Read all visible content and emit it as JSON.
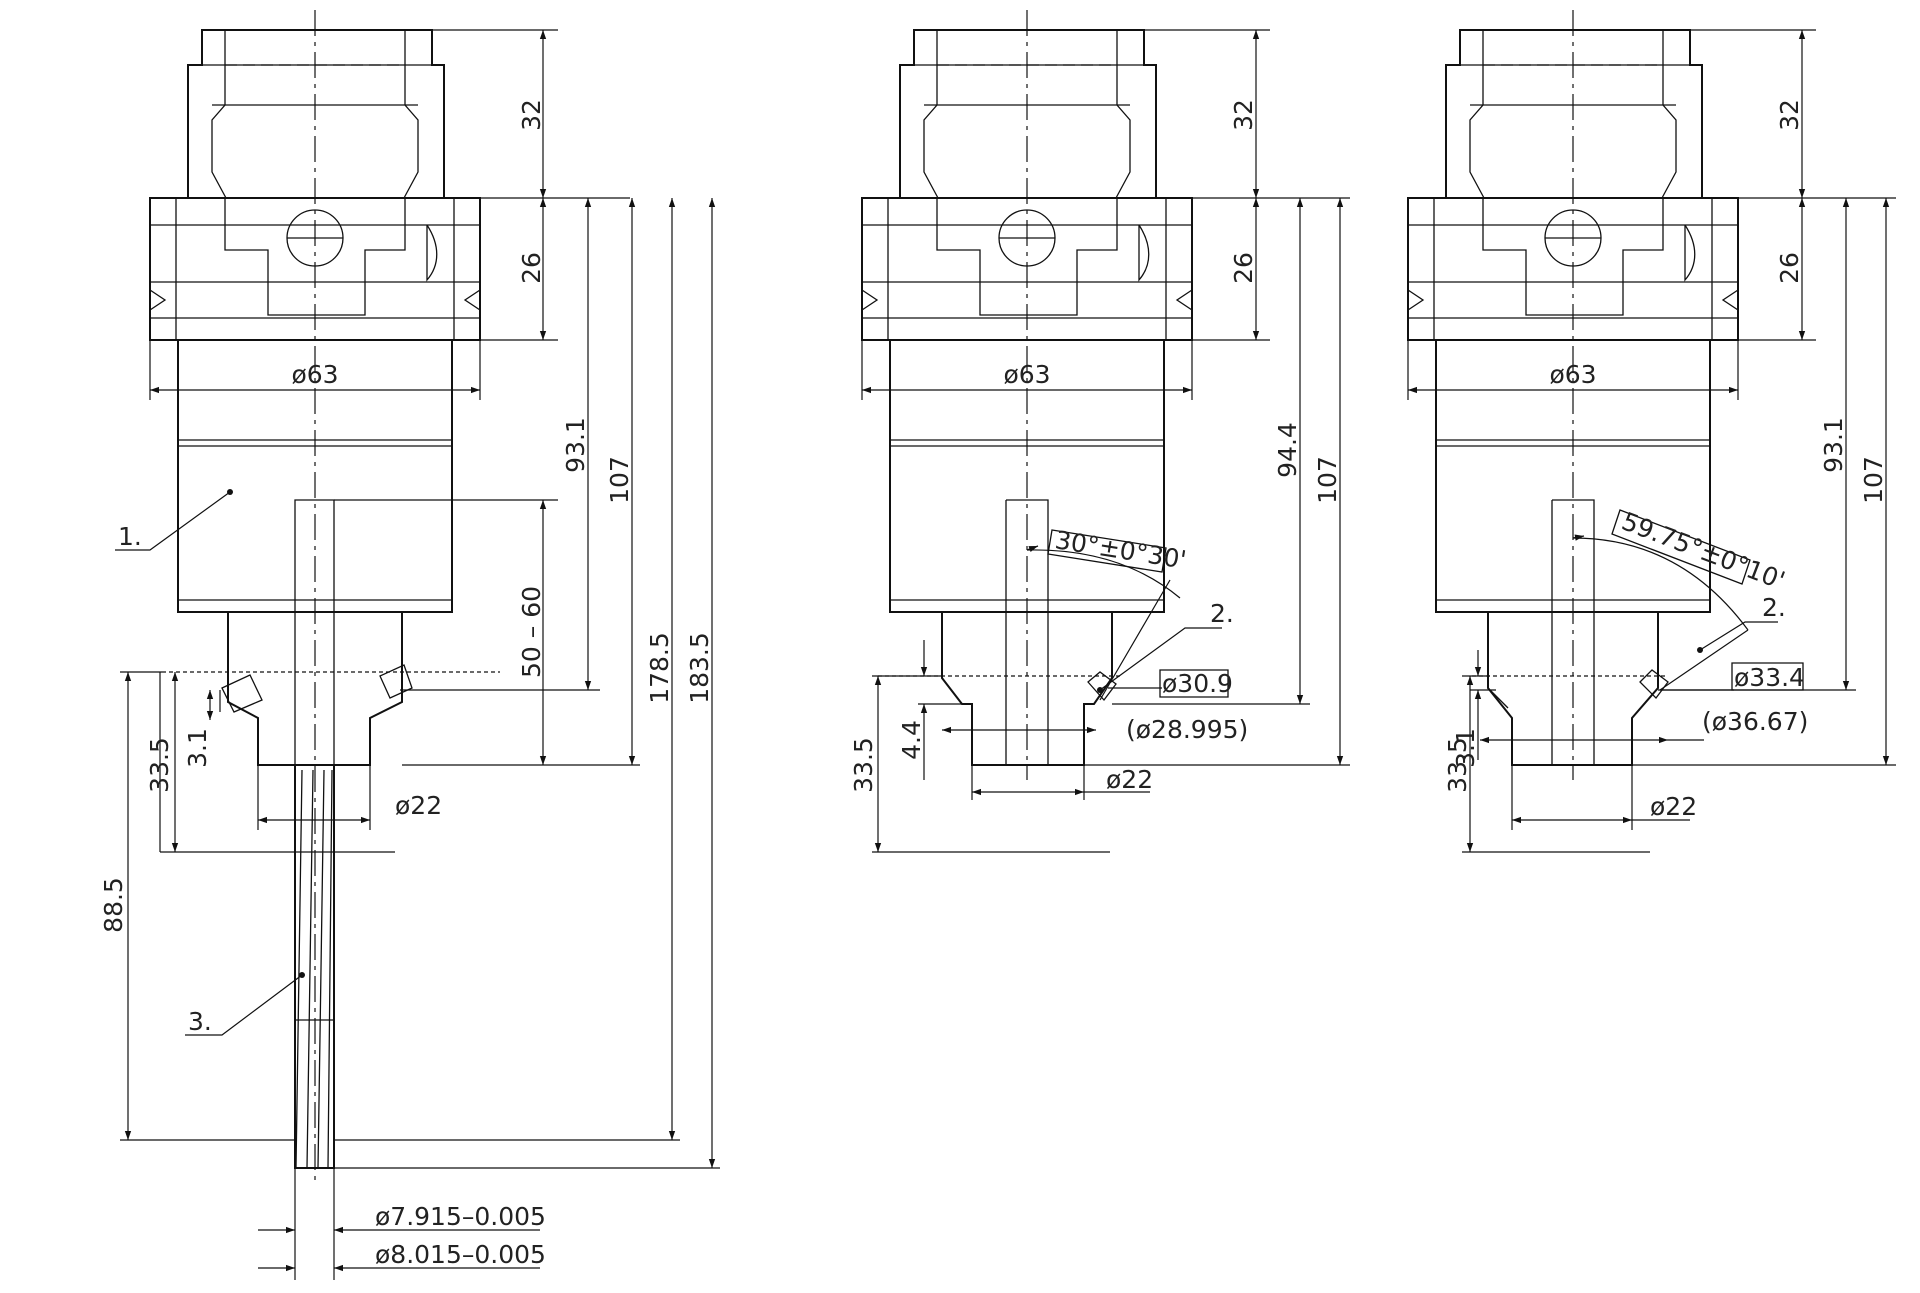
{
  "views": [
    {
      "name": "view-left",
      "dims": {
        "d32": "32",
        "d26": "26",
        "d63": "ø63",
        "d93": "93.1",
        "d107": "107",
        "d5060": "50 – 60",
        "d1785": "178.5",
        "d1835": "183.5",
        "d335": "33.5",
        "d31": "3.1",
        "d22": "ø22",
        "d885": "88.5",
        "d7915": "ø7.915–0.005",
        "d8015": "ø8.015–0.005"
      },
      "callouts": {
        "c1": "1.",
        "c3": "3."
      }
    },
    {
      "name": "view-middle",
      "dims": {
        "d32": "32",
        "d26": "26",
        "d63": "ø63",
        "d944": "94.4",
        "d107": "107",
        "angle": "30°±0°30'",
        "d309": "ø30.9",
        "d28995": "(ø28.995)",
        "d22": "ø22",
        "d335": "33.5",
        "d44": "4.4"
      },
      "callouts": {
        "c2": "2."
      }
    },
    {
      "name": "view-right",
      "dims": {
        "d32": "32",
        "d26": "26",
        "d63": "ø63",
        "d93": "93.1",
        "d107": "107",
        "angle": "59.75°±0°10'",
        "d334": "ø33.4",
        "d3667": "(ø36.67)",
        "d22": "ø22",
        "d335": "33.5",
        "d31": "3.1"
      },
      "callouts": {
        "c2": "2."
      }
    }
  ]
}
